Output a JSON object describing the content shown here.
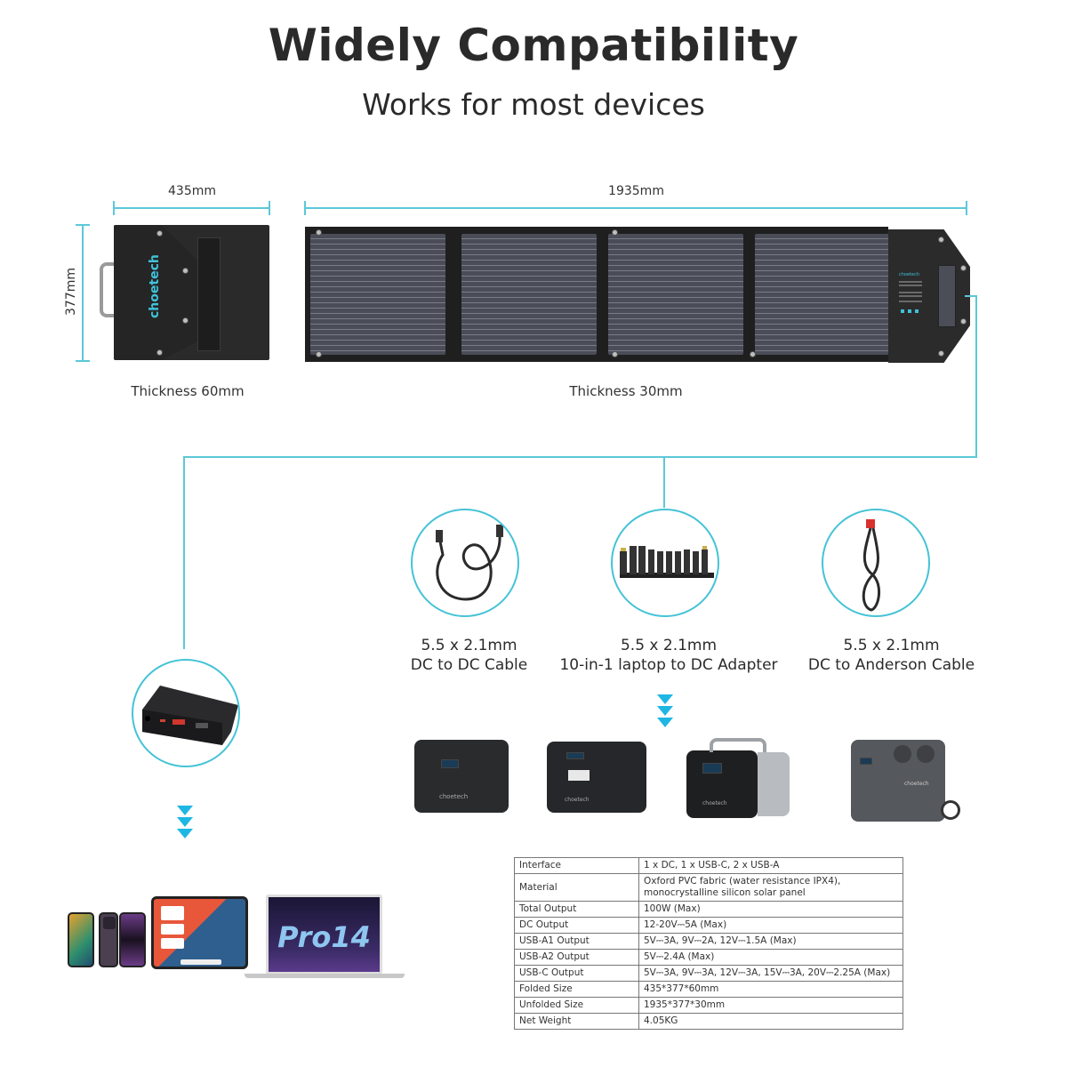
{
  "header": {
    "title": "Widely Compatibility",
    "subtitle": "Works for most devices"
  },
  "dimensions": {
    "folded_width": "435mm",
    "folded_height": "377mm",
    "folded_thickness": "Thickness 60mm",
    "unfolded_width": "1935mm",
    "unfolded_thickness": "Thickness 30mm"
  },
  "product": {
    "brand": "choetech"
  },
  "accessories": [
    {
      "line1": "5.5 x 2.1mm",
      "line2": "DC to DC Cable",
      "icon": "dc-cable-icon"
    },
    {
      "line1": "5.5 x 2.1mm",
      "line2": "10-in-1 laptop to DC Adapter",
      "icon": "adapter-tips-icon"
    },
    {
      "line1": "5.5 x 2.1mm",
      "line2": "DC to Anderson Cable",
      "icon": "anderson-cable-icon"
    }
  ],
  "compatible": {
    "power_stations": [
      "choetech",
      "choetech",
      "choetech",
      "choetech"
    ],
    "devices": [
      "phone",
      "smartphone-pro",
      "tablet",
      "laptop"
    ],
    "laptop_screen_text": "Pro14"
  },
  "specs": [
    {
      "key": "Interface",
      "value": "1 x DC, 1 x USB-C, 2 x USB-A"
    },
    {
      "key": "Material",
      "value": "Oxford PVC fabric (water resistance IPX4), monocrystalline silicon solar panel"
    },
    {
      "key": "Total Output",
      "value": "100W (Max)"
    },
    {
      "key": "DC Output",
      "value": "12-20V⎓5A (Max)"
    },
    {
      "key": "USB-A1 Output",
      "value": "5V⎓3A, 9V⎓2A, 12V⎓1.5A (Max)"
    },
    {
      "key": "USB-A2 Output",
      "value": "5V⎓2.4A (Max)"
    },
    {
      "key": "USB-C Output",
      "value": "5V⎓3A, 9V⎓3A, 12V⎓3A, 15V⎓3A, 20V⎓2.25A (Max)"
    },
    {
      "key": "Folded Size",
      "value": "435*377*60mm"
    },
    {
      "key": "Unfolded Size",
      "value": "1935*377*30mm"
    },
    {
      "key": "Net Weight",
      "value": "4.05KG"
    }
  ],
  "colors": {
    "accent_cyan": "#45c3d6",
    "chevron_blue": "#1eb7e3",
    "text": "#2b2b2b"
  }
}
